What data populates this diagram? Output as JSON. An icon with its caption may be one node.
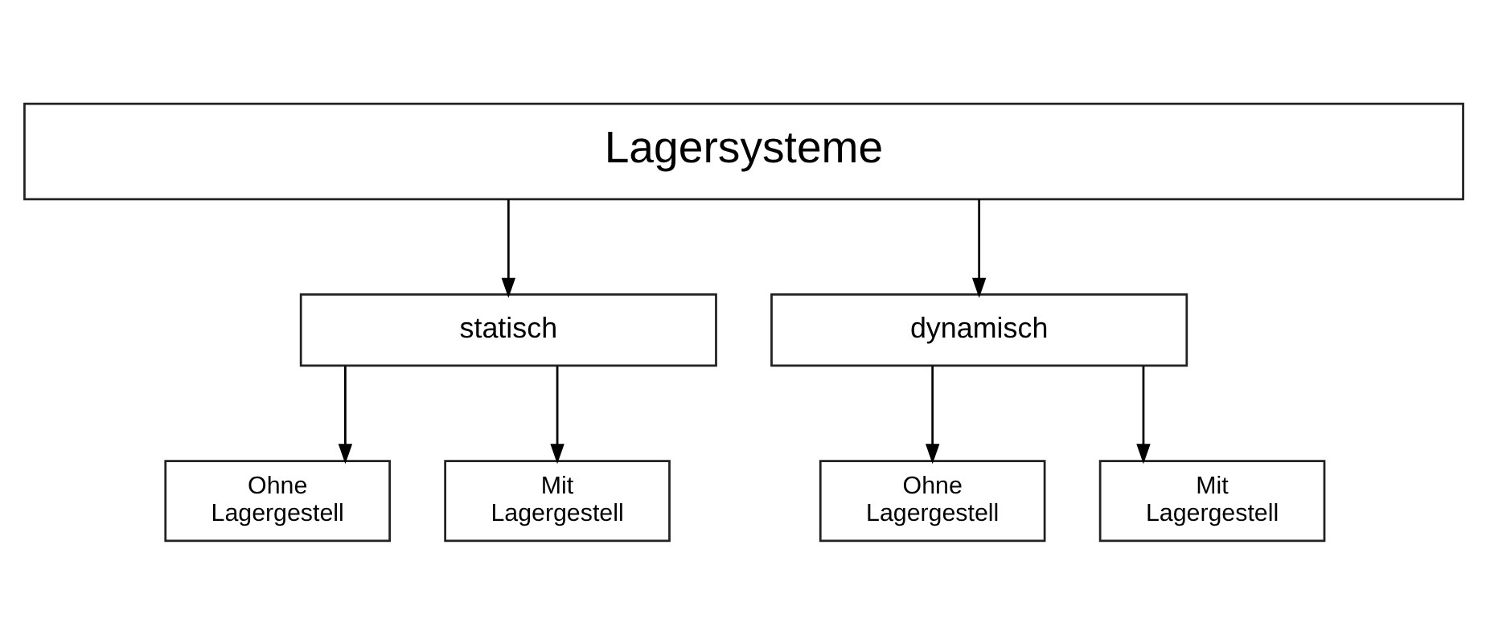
{
  "diagram": {
    "nodes": [
      {
        "text": [
          "Lagersysteme"
        ]
      },
      {
        "text": [
          "statisch"
        ]
      },
      {
        "text": [
          "dynamisch"
        ]
      },
      {
        "text": [
          "Ohne Lagergestell"
        ]
      },
      {
        "text": [
          "Mit Lagergestell"
        ]
      },
      {
        "text": [
          "Ohne Lagergestell"
        ]
      },
      {
        "text": [
          "Mit Lagergestell"
        ]
      }
    ],
    "edges": [
      {
        "from": 0,
        "to": 1,
        "arrow": "to"
      },
      {
        "from": 0,
        "to": 2,
        "arrow": "to"
      },
      {
        "from": 1,
        "to": 3,
        "arrow": "to"
      },
      {
        "from": 1,
        "to": 4,
        "arrow": "to"
      },
      {
        "from": 2,
        "to": 5,
        "arrow": "to"
      },
      {
        "from": 2,
        "to": 6,
        "arrow": "to"
      }
    ]
  }
}
